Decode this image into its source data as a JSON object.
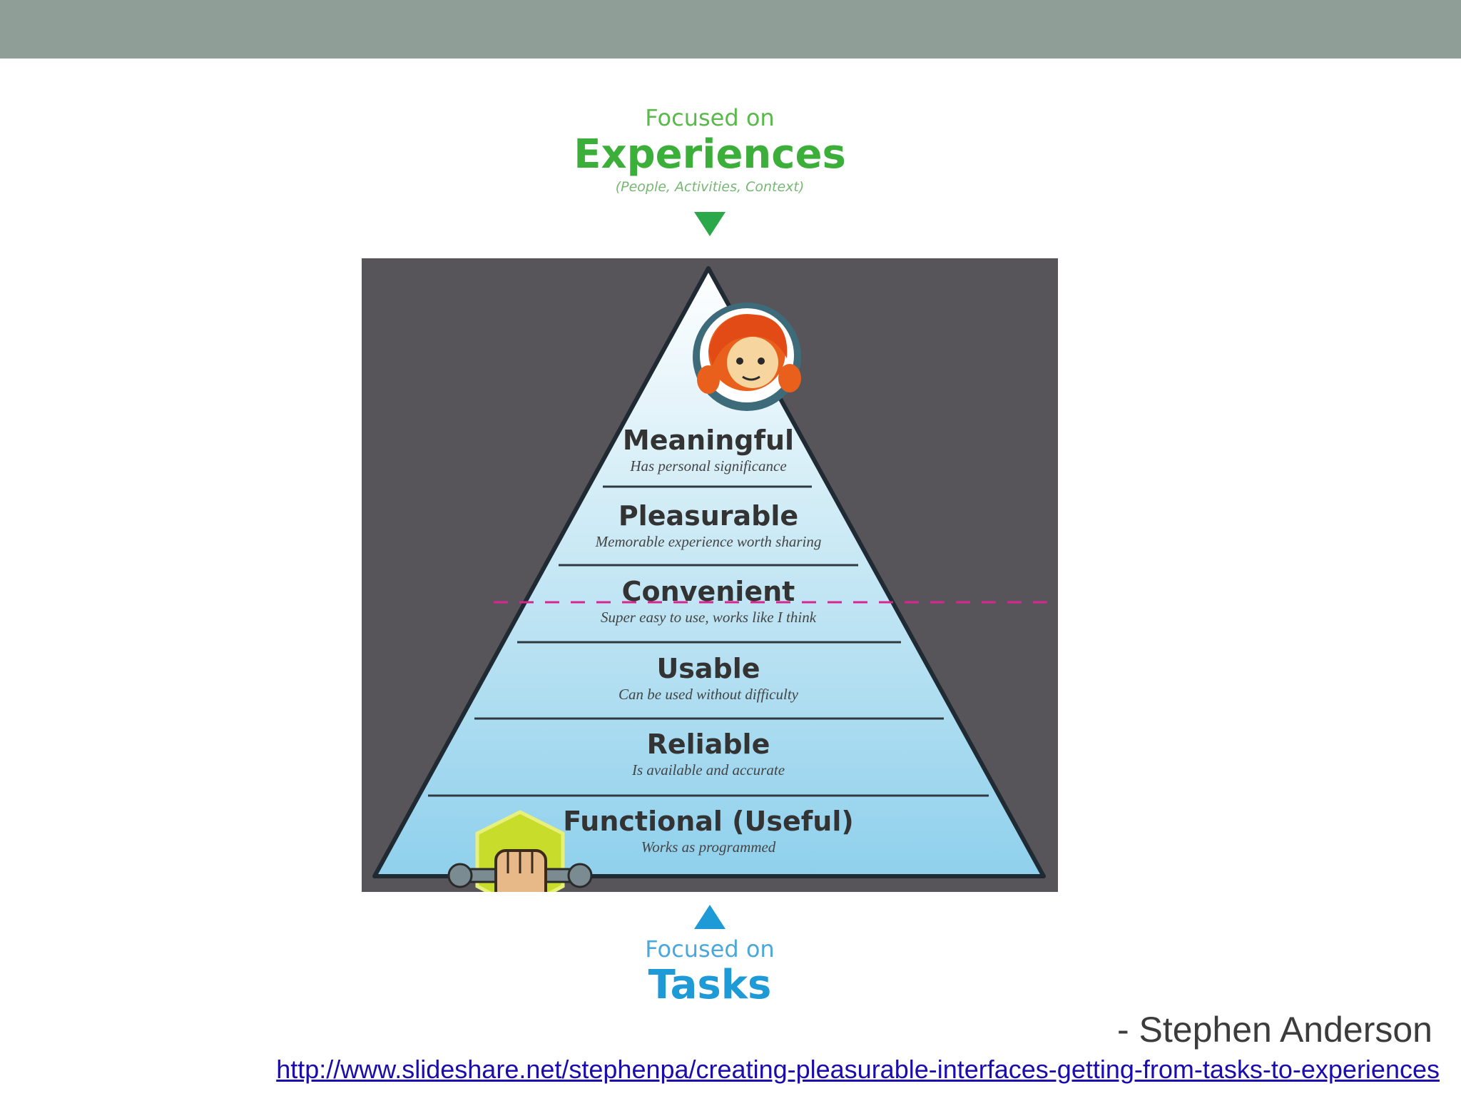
{
  "header": {
    "bar_color": "#8f9f98"
  },
  "top_label": {
    "pre": "Focused on",
    "title": "Experiences",
    "sub": "(People, Activities, Context)",
    "color": "#3cae3a"
  },
  "bottom_label": {
    "pre": "Focused on",
    "title": "Tasks",
    "color": "#1e9ad6"
  },
  "pyramid": {
    "levels": [
      {
        "title": "Meaningful",
        "desc": "Has personal significance"
      },
      {
        "title": "Pleasurable",
        "desc": "Memorable experience worth sharing"
      },
      {
        "title": "Convenient",
        "desc": "Super easy to use, works like I think"
      },
      {
        "title": "Usable",
        "desc": "Can be used without difficulty"
      },
      {
        "title": "Reliable",
        "desc": "Is available and accurate"
      },
      {
        "title": "Functional (Useful)",
        "desc": "Works as programmed"
      }
    ],
    "top_icon": "girl-face-icon",
    "bottom_icon": "fist-wrench-icon",
    "divider_color": "#d9268f"
  },
  "attribution": {
    "author": "- Stephen Anderson",
    "url": "http://www.slideshare.net/stephenpa/creating-pleasurable-interfaces-getting-from-tasks-to-experiences"
  }
}
